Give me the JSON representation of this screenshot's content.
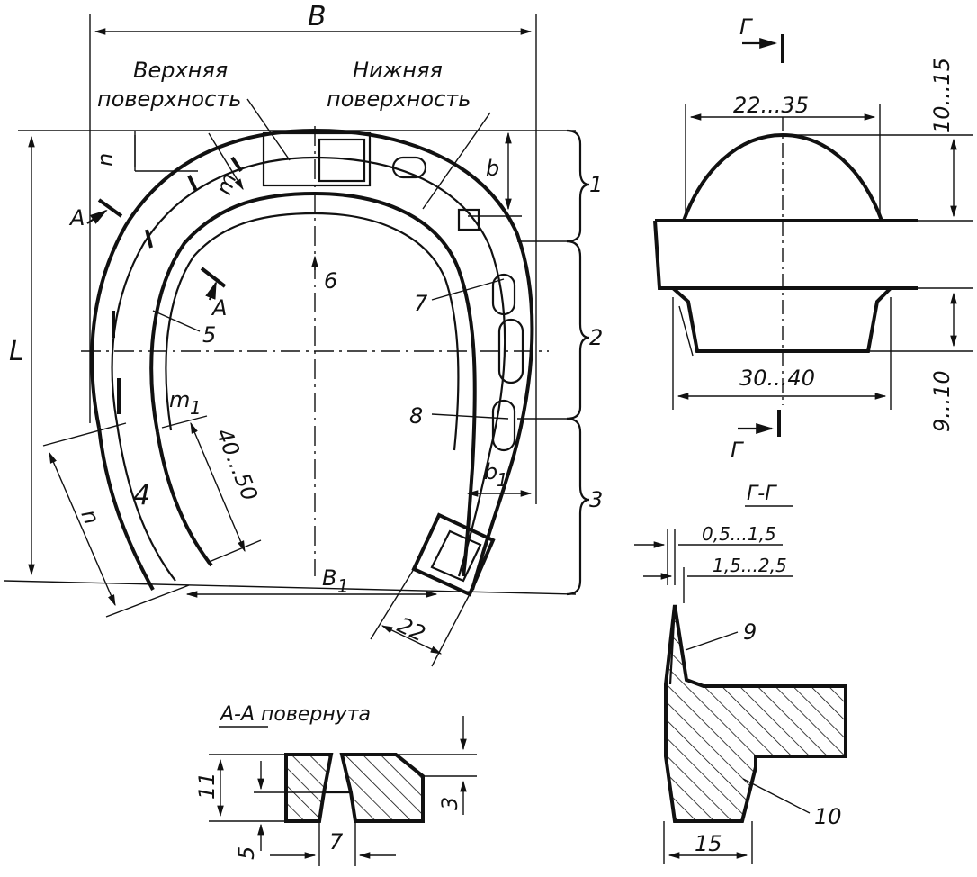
{
  "main_view": {
    "dim_B": "B",
    "dim_B1": "B",
    "dim_B1_sub": "1",
    "dim_L": "L",
    "upper_surface": [
      "Верхняя",
      "поверхность"
    ],
    "lower_surface": [
      "Нижняя",
      "поверхность"
    ],
    "zone_1": "1",
    "zone_2": "2",
    "zone_3": "3",
    "part_4": "4",
    "part_5": "5",
    "part_6": "6",
    "part_7": "7",
    "part_8": "8",
    "dim_b": "b",
    "dim_b1": "b",
    "dim_b1_sub": "1",
    "dim_m": "m",
    "dim_m1": "m",
    "dim_m1_sub": "1",
    "dim_n": "n",
    "dim_40_50": "40...50",
    "dim_22": "22",
    "section_A_left": "A",
    "section_A_right": "A"
  },
  "cleat_view": {
    "dim_top_width": "22...35",
    "dim_bottom_width": "30...40",
    "dim_top_height": "10...15",
    "dim_bottom_height": "9...10",
    "section_mark_top": "Г",
    "section_mark_bottom": "Г"
  },
  "section_GG": {
    "title": "Г-Г",
    "dim_a": "0,5...1,5",
    "dim_b": "1,5...2,5",
    "part_9": "9",
    "part_10": "10",
    "dim_15": "15"
  },
  "section_AA": {
    "title": "А-А повернута",
    "dim_11": "11",
    "dim_5": "5",
    "dim_7": "7",
    "dim_3": "3"
  }
}
